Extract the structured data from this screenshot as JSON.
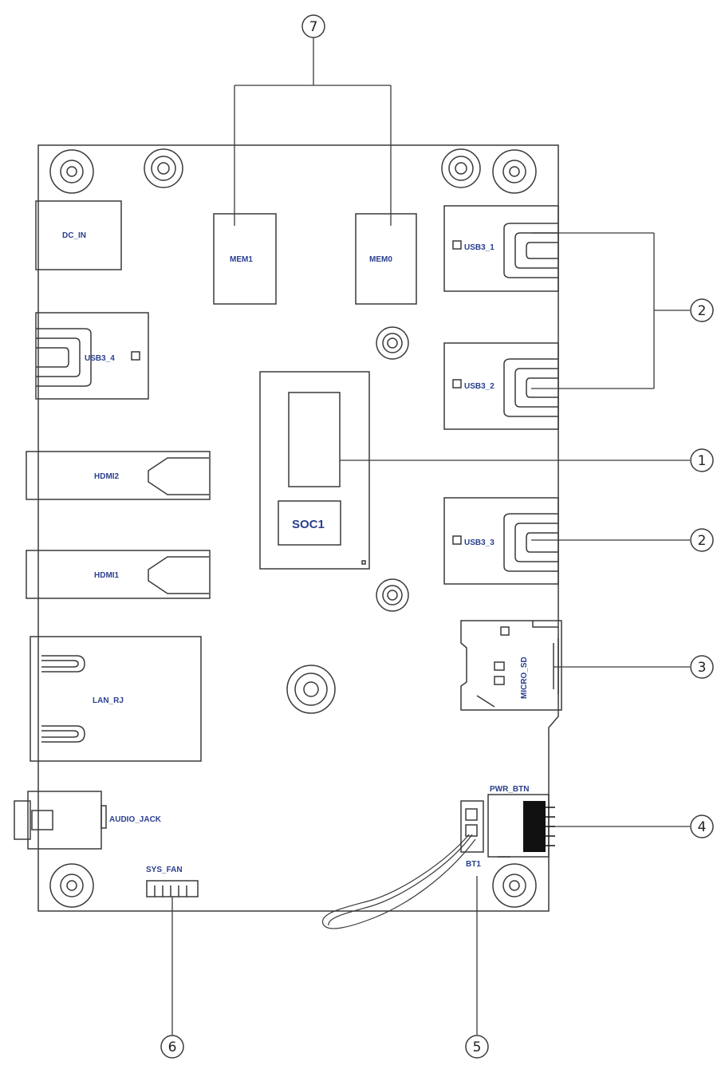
{
  "components": {
    "dc_in": "DC_IN",
    "mem1": "MEM1",
    "mem0": "MEM0",
    "usb3_1": "USB3_1",
    "usb3_2": "USB3_2",
    "usb3_3": "USB3_3",
    "usb3_4": "USB3_4",
    "hdmi2": "HDMI2",
    "hdmi1": "HDMI1",
    "soc1": "SOC1",
    "lan_rj": "LAN_RJ",
    "micro_sd": "MICRO_SD",
    "audio_jack": "AUDIO_JACK",
    "sys_fan": "SYS_FAN",
    "pwr_btn": "PWR_BTN",
    "bt1": "BT1"
  },
  "callouts": {
    "c1": "1",
    "c2a": "2",
    "c2b": "2",
    "c3": "3",
    "c4": "4",
    "c5": "5",
    "c6": "6",
    "c7": "7"
  }
}
